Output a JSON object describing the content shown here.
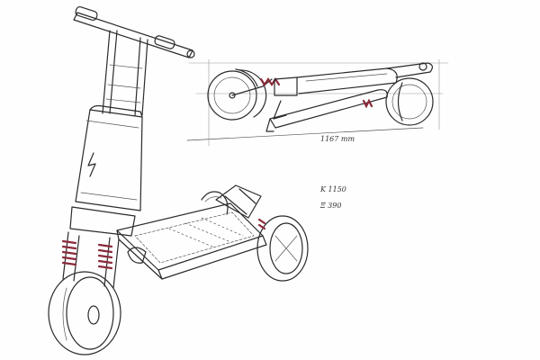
{
  "sketch": {
    "dimension_label": "1167 mm",
    "spec_note_1": "K 1150",
    "spec_note_2": "Ξ 390"
  },
  "colors": {
    "ink": "#2a2a2a",
    "spring": "#8b2a3a",
    "paper": "#fefefe"
  }
}
